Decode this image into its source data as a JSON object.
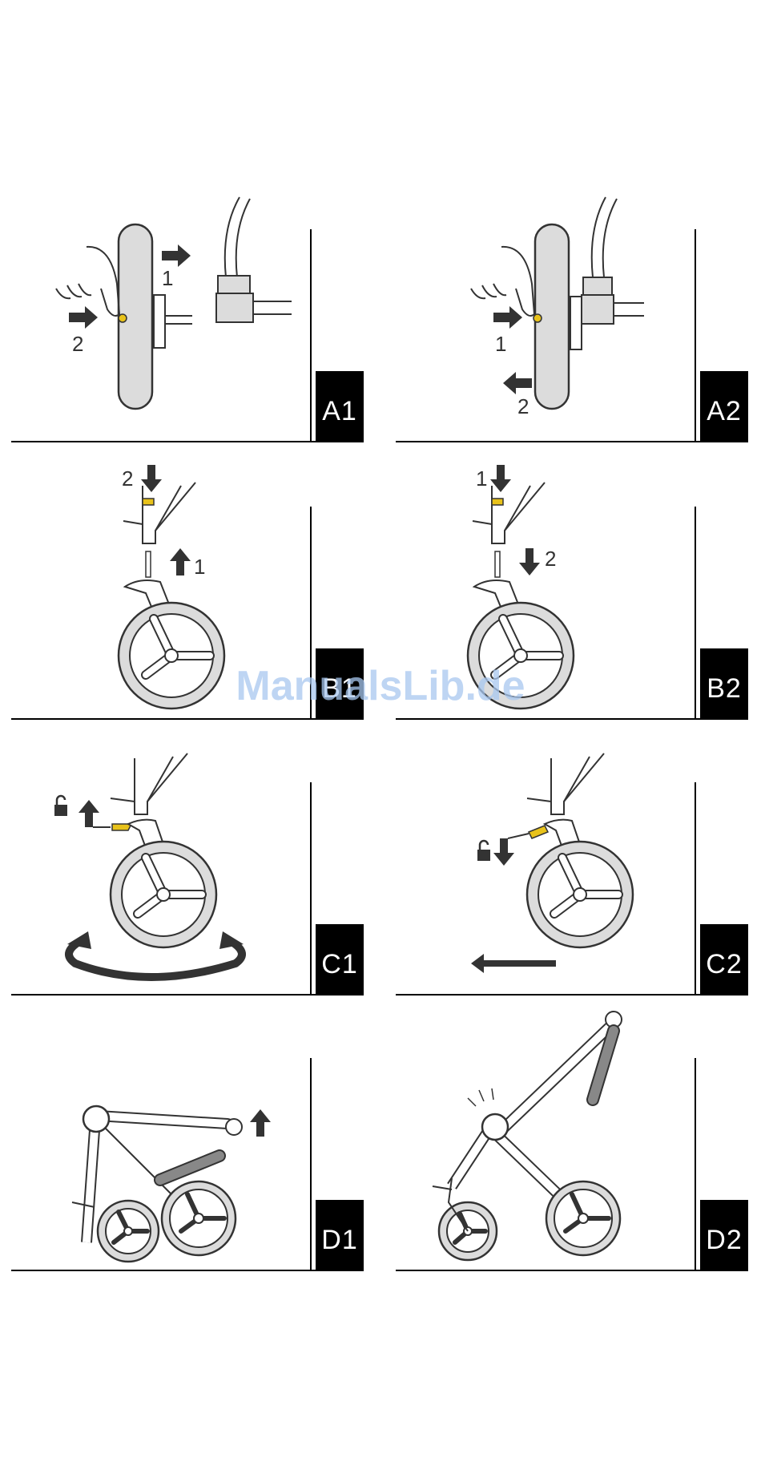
{
  "watermark": "ManualsLib.de",
  "panels": [
    {
      "label": "A1",
      "steps": [
        "1",
        "2"
      ]
    },
    {
      "label": "A2",
      "steps": [
        "1",
        "2"
      ]
    },
    {
      "label": "B1",
      "steps": [
        "1",
        "2"
      ]
    },
    {
      "label": "B2",
      "steps": [
        "1",
        "2"
      ]
    },
    {
      "label": "C1",
      "steps": []
    },
    {
      "label": "C2",
      "steps": []
    },
    {
      "label": "D1",
      "steps": []
    },
    {
      "label": "D2",
      "steps": []
    }
  ],
  "colors": {
    "accent": "#e8c21a",
    "tire": "#dcdcdc",
    "stroke": "#333333",
    "frame": "#000000"
  }
}
